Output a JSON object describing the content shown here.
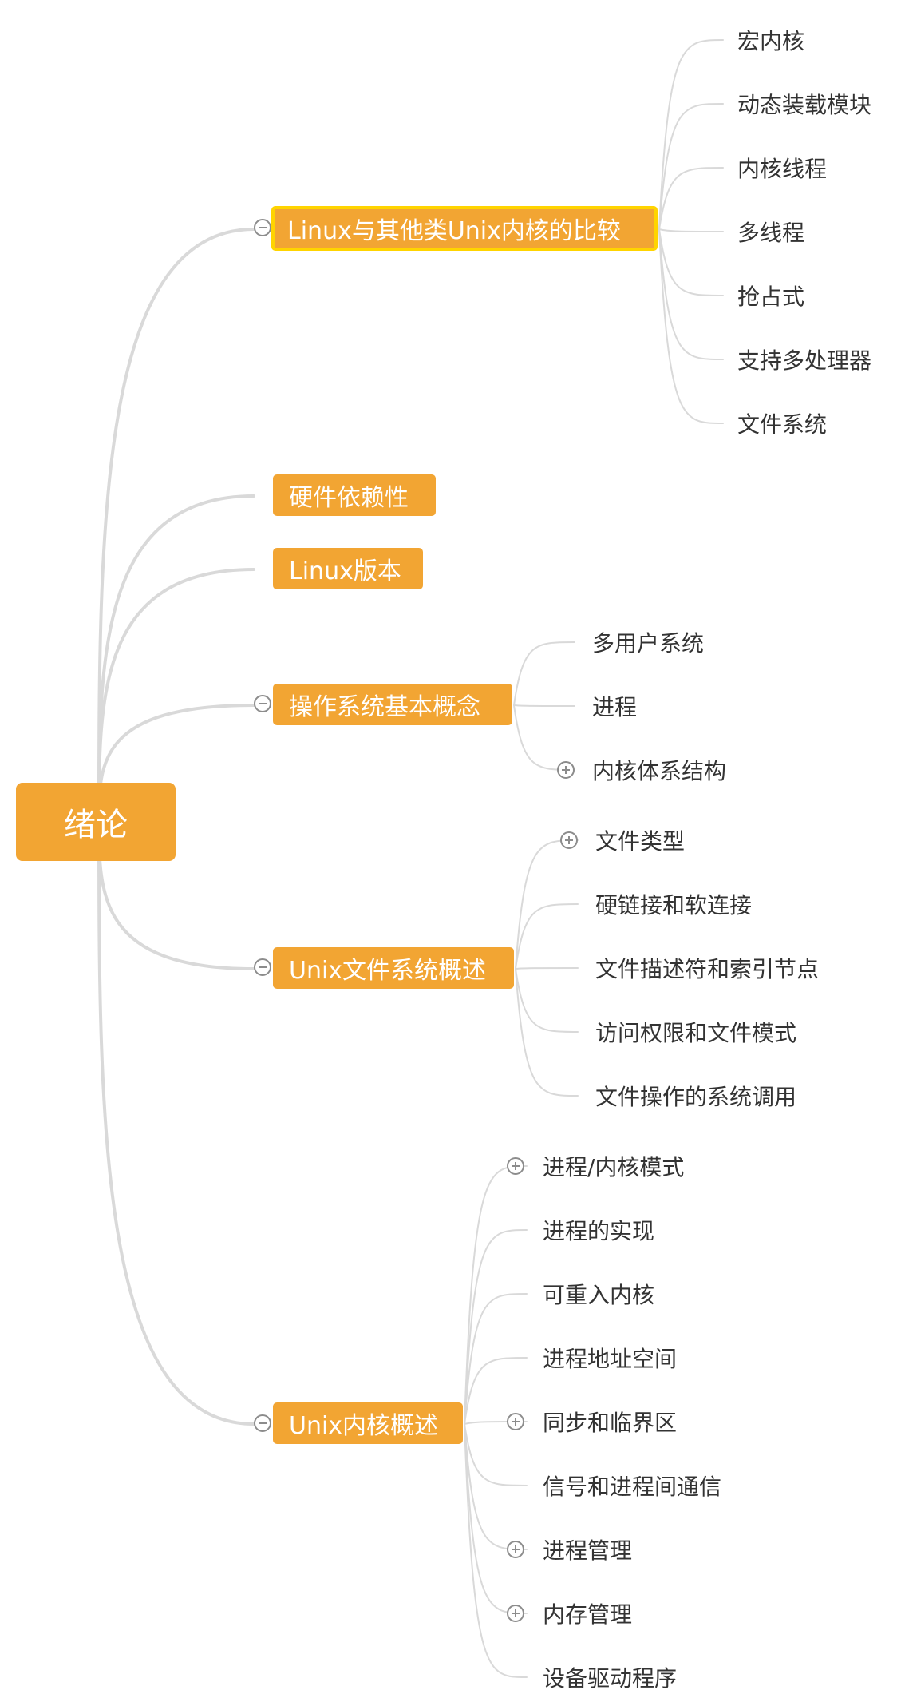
{
  "mindmap": {
    "root": "绪论",
    "branches": [
      {
        "label": "Linux与其他类Unix内核的比较",
        "state": "expanded",
        "selected": true,
        "children": [
          {
            "label": "宏内核"
          },
          {
            "label": "动态装载模块"
          },
          {
            "label": "内核线程"
          },
          {
            "label": "多线程"
          },
          {
            "label": "抢占式"
          },
          {
            "label": "支持多处理器"
          },
          {
            "label": "文件系统"
          }
        ]
      },
      {
        "label": "硬件依赖性",
        "state": "leaf"
      },
      {
        "label": "Linux版本",
        "state": "leaf"
      },
      {
        "label": "操作系统基本概念",
        "state": "expanded",
        "children": [
          {
            "label": "多用户系统"
          },
          {
            "label": "进程"
          },
          {
            "label": "内核体系结构",
            "state": "collapsed"
          }
        ]
      },
      {
        "label": "Unix文件系统概述",
        "state": "expanded",
        "children": [
          {
            "label": "文件类型",
            "state": "collapsed"
          },
          {
            "label": "硬链接和软连接"
          },
          {
            "label": "文件描述符和索引节点"
          },
          {
            "label": "访问权限和文件模式"
          },
          {
            "label": "文件操作的系统调用"
          }
        ]
      },
      {
        "label": "Unix内核概述",
        "state": "expanded",
        "children": [
          {
            "label": "进程/内核模式",
            "state": "collapsed"
          },
          {
            "label": "进程的实现"
          },
          {
            "label": "可重入内核"
          },
          {
            "label": "进程地址空间"
          },
          {
            "label": "同步和临界区",
            "state": "collapsed"
          },
          {
            "label": "信号和进程间通信"
          },
          {
            "label": "进程管理",
            "state": "collapsed"
          },
          {
            "label": "内存管理",
            "state": "collapsed"
          },
          {
            "label": "设备驱动程序"
          }
        ]
      }
    ]
  },
  "colors": {
    "topic_fill": "#f2a533",
    "selection_outline": "#ffd400",
    "connector": "#d9d9d9",
    "toggle_icon": "#8c8c8c",
    "leaf_text": "#333333"
  },
  "icons": {
    "expanded": "collapse-minus-icon",
    "collapsed": "expand-plus-icon"
  }
}
